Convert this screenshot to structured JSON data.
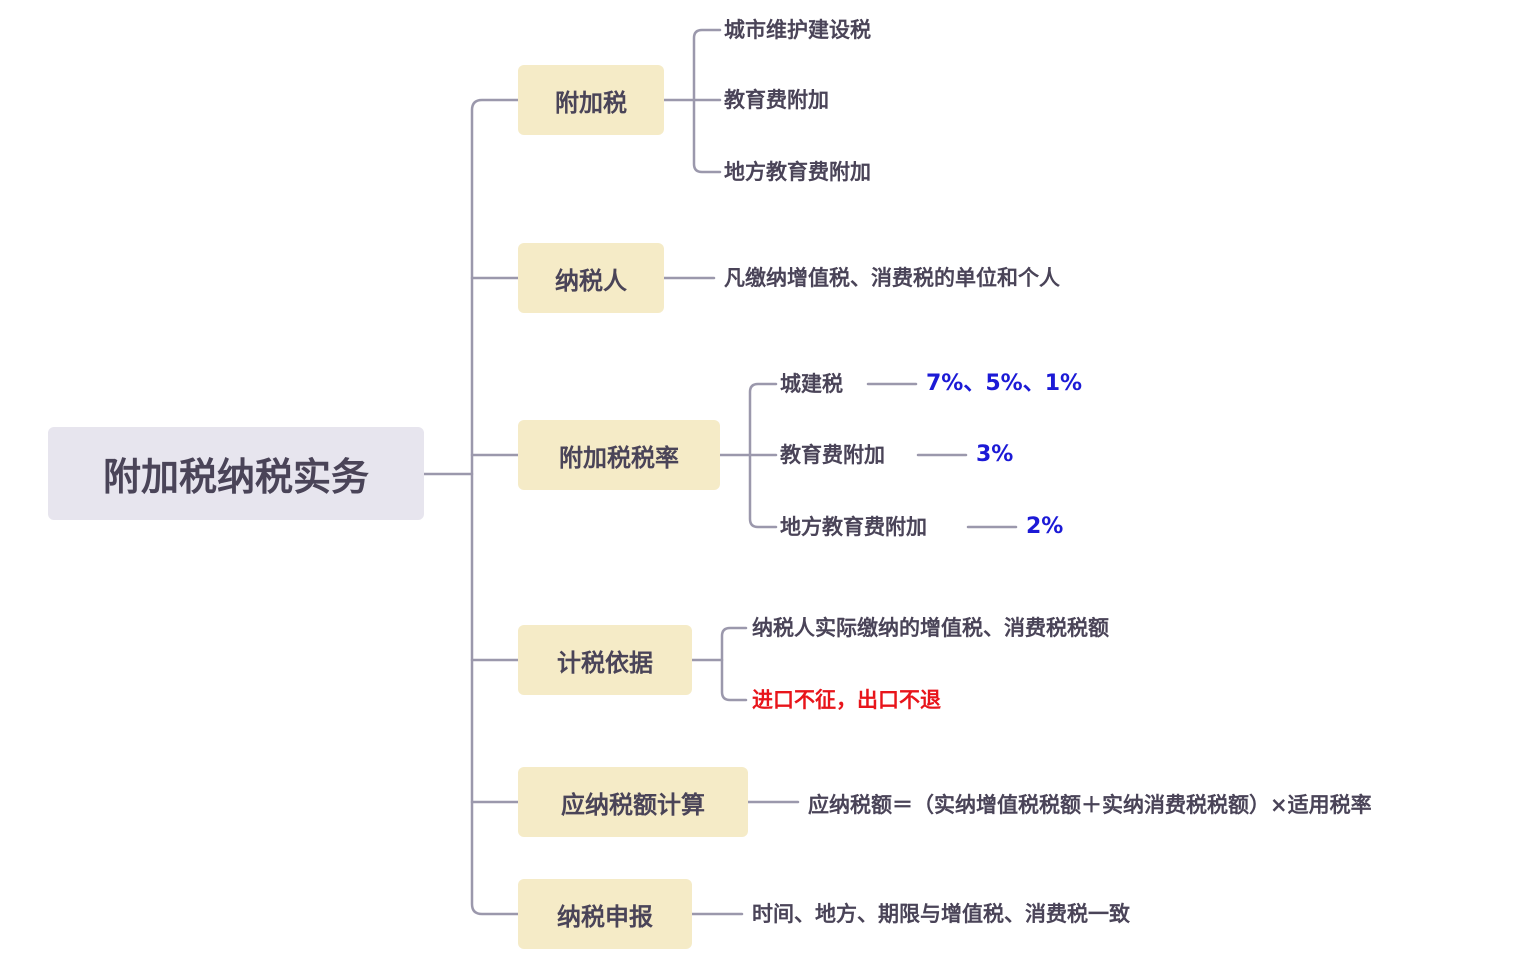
{
  "root": {
    "label": "附加税纳税实务"
  },
  "colors": {
    "root_bg": "#e7e5ee",
    "branch_bg": "#f5ebc7",
    "line": "#9b98ac",
    "text": "#4a4458",
    "rate": "#1c1ad6",
    "warn": "#e8151b"
  },
  "branches": [
    {
      "label": "附加税",
      "children": [
        "城市维护建设税",
        "教育费附加",
        "地方教育费附加"
      ]
    },
    {
      "label": "纳税人",
      "children": [
        "凡缴纳增值税、消费税的单位和个人"
      ]
    },
    {
      "label": "附加税税率",
      "children": [
        {
          "label": "城建税",
          "value": "7%、5%、1%"
        },
        {
          "label": "教育费附加",
          "value": "3%"
        },
        {
          "label": "地方教育费附加",
          "value": "2%"
        }
      ]
    },
    {
      "label": "计税依据",
      "children": [
        "纳税人实际缴纳的增值税、消费税税额",
        "进口不征，出口不退"
      ]
    },
    {
      "label": "应纳税额计算",
      "children": [
        "应纳税额＝（实纳增值税税额＋实纳消费税税额）×适用税率"
      ]
    },
    {
      "label": "纳税申报",
      "children": [
        "时间、地方、期限与增值税、消费税一致"
      ]
    }
  ]
}
